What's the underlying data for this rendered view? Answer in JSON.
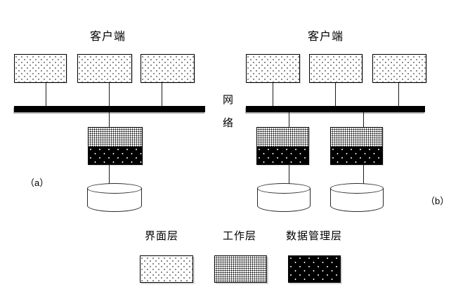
{
  "diagram": {
    "kind": "two-tier vs three-tier client-server architecture diagram",
    "colors": {
      "background": "#ffffff",
      "line": "#000000",
      "bus": "#000000"
    },
    "panel_a": {
      "title": "客户端",
      "caption": "（a）",
      "client_count": 3,
      "server_count": 1,
      "database_count": 1
    },
    "panel_b": {
      "title": "客户端",
      "caption": "（b）",
      "client_count": 3,
      "server_count": 2,
      "database_count": 2
    },
    "network_label": {
      "char1": "网",
      "char2": "络"
    },
    "legend": {
      "items": [
        {
          "label": "界面层",
          "pattern": "sparse-black-dots-on-white"
        },
        {
          "label": "工作层",
          "pattern": "dense-black-dots"
        },
        {
          "label": "数据管理层",
          "pattern": "white-dots-on-black"
        }
      ]
    }
  }
}
